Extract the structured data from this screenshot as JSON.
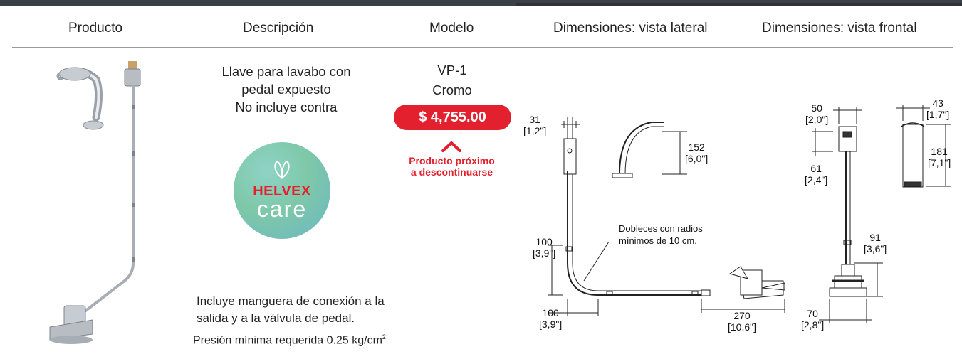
{
  "headers": {
    "product": "Producto",
    "description": "Descripción",
    "model": "Modelo",
    "side_view": "Dimensiones: vista lateral",
    "front_view": "Dimensiones: vista frontal"
  },
  "description": {
    "line1": "Llave para lavabo con",
    "line2": "pedal expuesto",
    "line3": "No incluye contra"
  },
  "model": {
    "code": "VP-1",
    "finish": "Cromo",
    "price": "$ 4,755.00",
    "notice_line1": "Producto próximo",
    "notice_line2": "a descontinuarse",
    "notice_color": "#e3202e"
  },
  "logo": {
    "brand": "HELVEX",
    "sub": "care",
    "icon": "leaf-icon"
  },
  "includes": {
    "line1": "Incluye manguera de conexión a la",
    "line2": "salida y a la válvula de pedal.",
    "pressure": "Presión mínima requerida 0.25 kg/cm",
    "pressure_sup": "2"
  },
  "side_dims": {
    "d31": "31",
    "d31_in": "[1,2\"]",
    "d152": "152",
    "d152_in": "[6,0\"]",
    "d100a": "100",
    "d100a_in": "[3,9\"]",
    "d100b": "100",
    "d100b_in": "[3,9\"]",
    "d270": "270",
    "d270_in": "[10,6\"]",
    "bend_note1": "Dobleces con radios",
    "bend_note2": "mínimos de 10 cm."
  },
  "front_dims": {
    "d50": "50",
    "d50_in": "[2,0\"]",
    "d61": "61",
    "d61_in": "[2,4\"]",
    "d43": "43",
    "d43_in": "[1,7\"]",
    "d181": "181",
    "d181_in": "[7,1\"]",
    "d91": "91",
    "d91_in": "[3,6\"]",
    "d70": "70",
    "d70_in": "[2,8\"]"
  }
}
